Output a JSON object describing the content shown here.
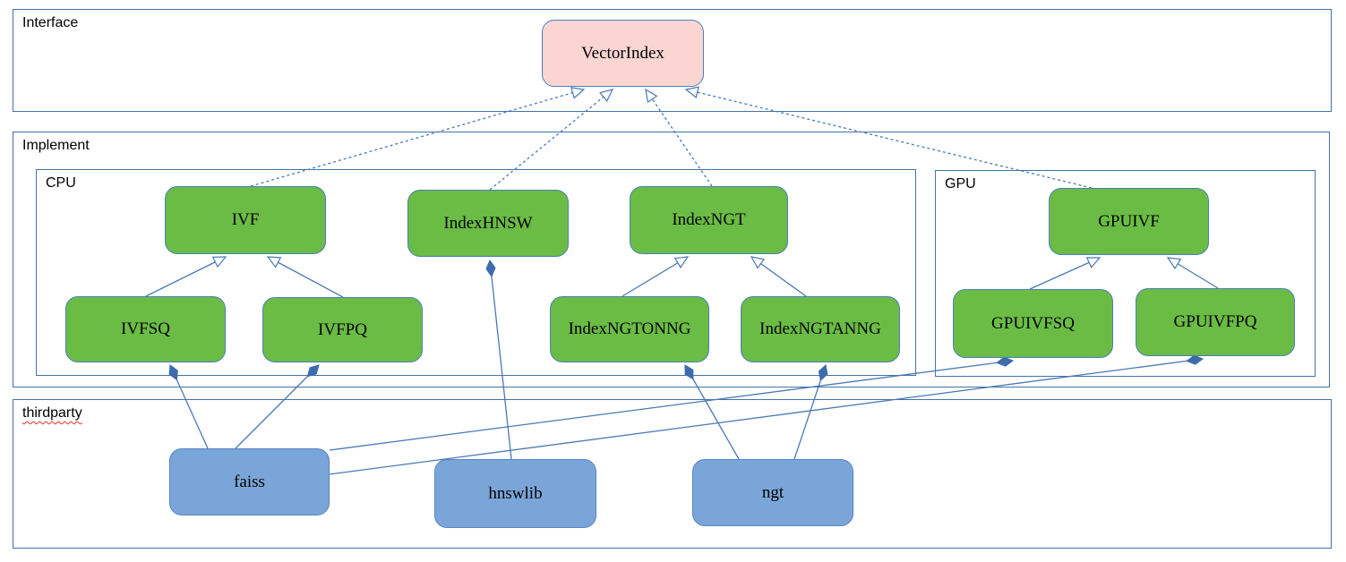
{
  "diagram": {
    "containers": {
      "interface": {
        "label": "Interface"
      },
      "implement": {
        "label": "Implement"
      },
      "cpu": {
        "label": "CPU"
      },
      "gpu": {
        "label": "GPU"
      },
      "thirdparty": {
        "label": "thirdparty"
      }
    },
    "nodes": {
      "vectorindex": {
        "label": "VectorIndex",
        "group": "interface"
      },
      "ivf": {
        "label": "IVF",
        "group": "cpu"
      },
      "indexhnsw": {
        "label": "IndexHNSW",
        "group": "cpu"
      },
      "indexngt": {
        "label": "IndexNGT",
        "group": "cpu"
      },
      "ivfsq": {
        "label": "IVFSQ",
        "group": "cpu"
      },
      "ivfpq": {
        "label": "IVFPQ",
        "group": "cpu"
      },
      "indexngtonng": {
        "label": "IndexNGTONNG",
        "group": "cpu"
      },
      "indexngtanng": {
        "label": "IndexNGTANNG",
        "group": "cpu"
      },
      "gpuivf": {
        "label": "GPUIVF",
        "group": "gpu"
      },
      "gpuivfsq": {
        "label": "GPUIVFSQ",
        "group": "gpu"
      },
      "gpuivfpq": {
        "label": "GPUIVFPQ",
        "group": "gpu"
      },
      "faiss": {
        "label": "faiss",
        "group": "thirdparty"
      },
      "hnswlib": {
        "label": "hnswlib",
        "group": "thirdparty"
      },
      "ngt": {
        "label": "ngt",
        "group": "thirdparty"
      }
    },
    "edges": [
      {
        "from": "IVF",
        "to": "VectorIndex",
        "type": "realization-dashed-hollow-arrow"
      },
      {
        "from": "IndexHNSW",
        "to": "VectorIndex",
        "type": "realization-dashed-hollow-arrow"
      },
      {
        "from": "IndexNGT",
        "to": "VectorIndex",
        "type": "realization-dashed-hollow-arrow"
      },
      {
        "from": "GPUIVF",
        "to": "VectorIndex",
        "type": "realization-dashed-hollow-arrow"
      },
      {
        "from": "IVFSQ",
        "to": "IVF",
        "type": "generalization-hollow-arrow"
      },
      {
        "from": "IVFPQ",
        "to": "IVF",
        "type": "generalization-hollow-arrow"
      },
      {
        "from": "IndexNGTONNG",
        "to": "IndexNGT",
        "type": "generalization-hollow-arrow"
      },
      {
        "from": "IndexNGTANNG",
        "to": "IndexNGT",
        "type": "generalization-hollow-arrow"
      },
      {
        "from": "GPUIVFSQ",
        "to": "GPUIVF",
        "type": "generalization-hollow-arrow"
      },
      {
        "from": "GPUIVFPQ",
        "to": "GPUIVF",
        "type": "generalization-hollow-arrow"
      },
      {
        "from": "faiss",
        "to": "IVFSQ",
        "type": "composition-filled-diamond"
      },
      {
        "from": "faiss",
        "to": "IVFPQ",
        "type": "composition-filled-diamond"
      },
      {
        "from": "faiss",
        "to": "GPUIVFSQ",
        "type": "composition-filled-diamond"
      },
      {
        "from": "faiss",
        "to": "GPUIVFPQ",
        "type": "composition-filled-diamond"
      },
      {
        "from": "hnswlib",
        "to": "IndexHNSW",
        "type": "composition-filled-diamond"
      },
      {
        "from": "ngt",
        "to": "IndexNGTONNG",
        "type": "composition-filled-diamond"
      },
      {
        "from": "ngt",
        "to": "IndexNGTANNG",
        "type": "composition-filled-diamond"
      }
    ],
    "colors": {
      "interface_node_fill": "#fbd5d2",
      "implement_node_fill": "#6abc45",
      "thirdparty_node_fill": "#7aa5d8",
      "node_border": "#4d7ec0",
      "container_border": "#4472a4",
      "connector": "#4a79b5",
      "spellcheck_underline": "#e0321e",
      "text": "#000000"
    }
  }
}
